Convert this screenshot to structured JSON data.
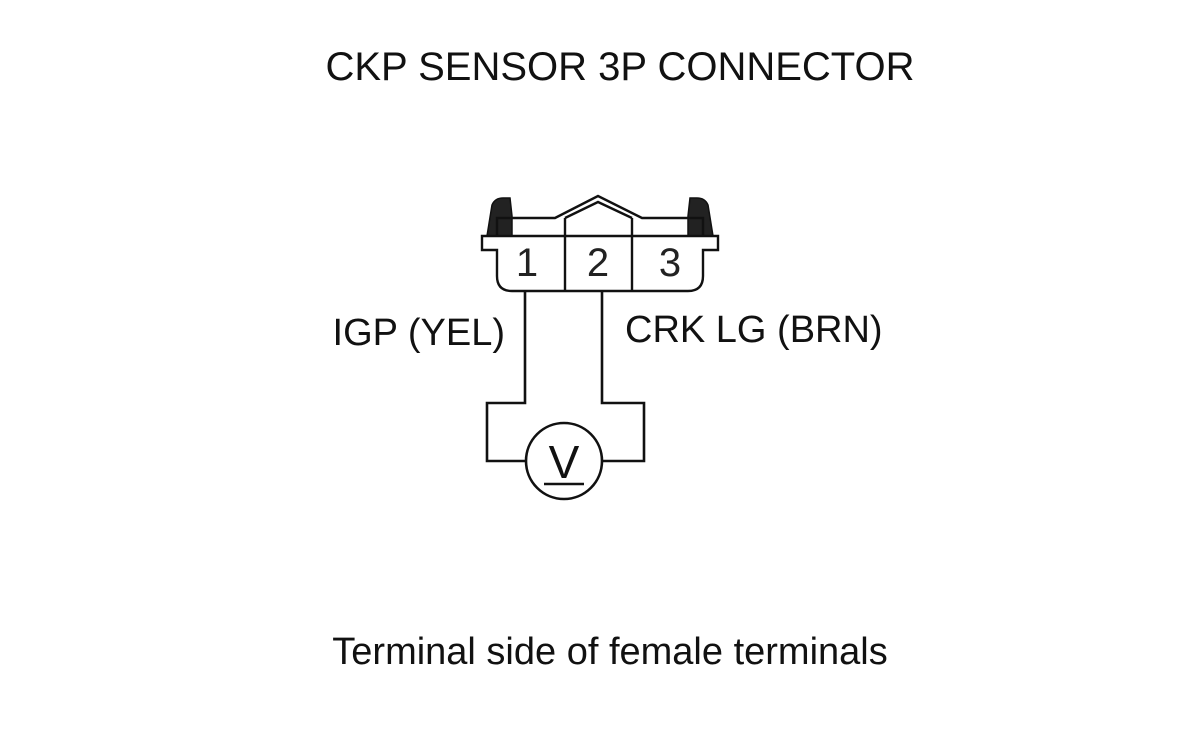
{
  "diagram": {
    "title": "CKP SENSOR 3P CONNECTOR",
    "connector": {
      "pins": [
        "1",
        "2",
        "3"
      ]
    },
    "wires": {
      "left_label": "IGP (YEL)",
      "right_label": "CRK LG (BRN)"
    },
    "meter": {
      "symbol": "V",
      "icon": "voltmeter-icon"
    },
    "caption": "Terminal side of female terminals"
  }
}
